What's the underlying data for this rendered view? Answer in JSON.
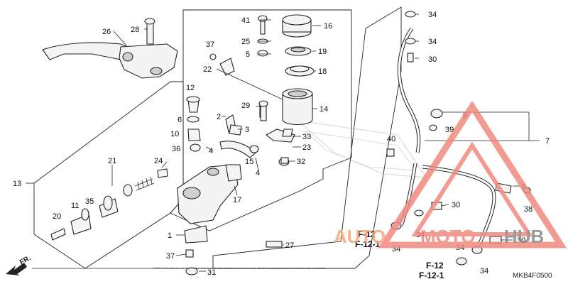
{
  "diagram": {
    "code": "MKB4F0500",
    "direction_label": "FR.",
    "copyright": "© 2023 Honda Motor Co., Ltd. Reproduction of the contents of this illustration, in whole or in part, without the express permission of Honda Motor Co. is prohibited.",
    "refs": {
      "f12_a": "F-12",
      "f121_a": "F-12-1",
      "f12_b": "F-12",
      "f121_b": "F-12-1"
    },
    "labels": {
      "p1": "1",
      "p2": "2",
      "p3": "3",
      "p4a": "4",
      "p4b": "4",
      "p5": "5",
      "p6": "6",
      "p7": "7",
      "p8": "8",
      "p9": "9",
      "p10": "10",
      "p11": "11",
      "p12": "12",
      "p13": "13",
      "p14": "14",
      "p15": "15",
      "p16": "16",
      "p17": "17",
      "p18": "18",
      "p19": "19",
      "p20": "20",
      "p21": "21",
      "p22": "22",
      "p23": "23",
      "p24": "24",
      "p25": "25",
      "p26": "26",
      "p27": "27",
      "p28": "28",
      "p29": "29",
      "p30a": "30",
      "p30b": "30",
      "p30c": "30",
      "p31": "31",
      "p32": "32",
      "p33": "33",
      "p34a": "34",
      "p34b": "34",
      "p34c": "34",
      "p34d": "34",
      "p34e": "34",
      "p34f": "34",
      "p35": "35",
      "p36": "36",
      "p37a": "37",
      "p37b": "37",
      "p38": "38",
      "p39": "39",
      "p40": "40",
      "p41": "41"
    },
    "watermark": {
      "text_a": "AUTO",
      "text_b": "MOTO",
      "text_c": "HUB"
    },
    "colors": {
      "ink": "#222222",
      "watermark": "#f08a80"
    }
  }
}
